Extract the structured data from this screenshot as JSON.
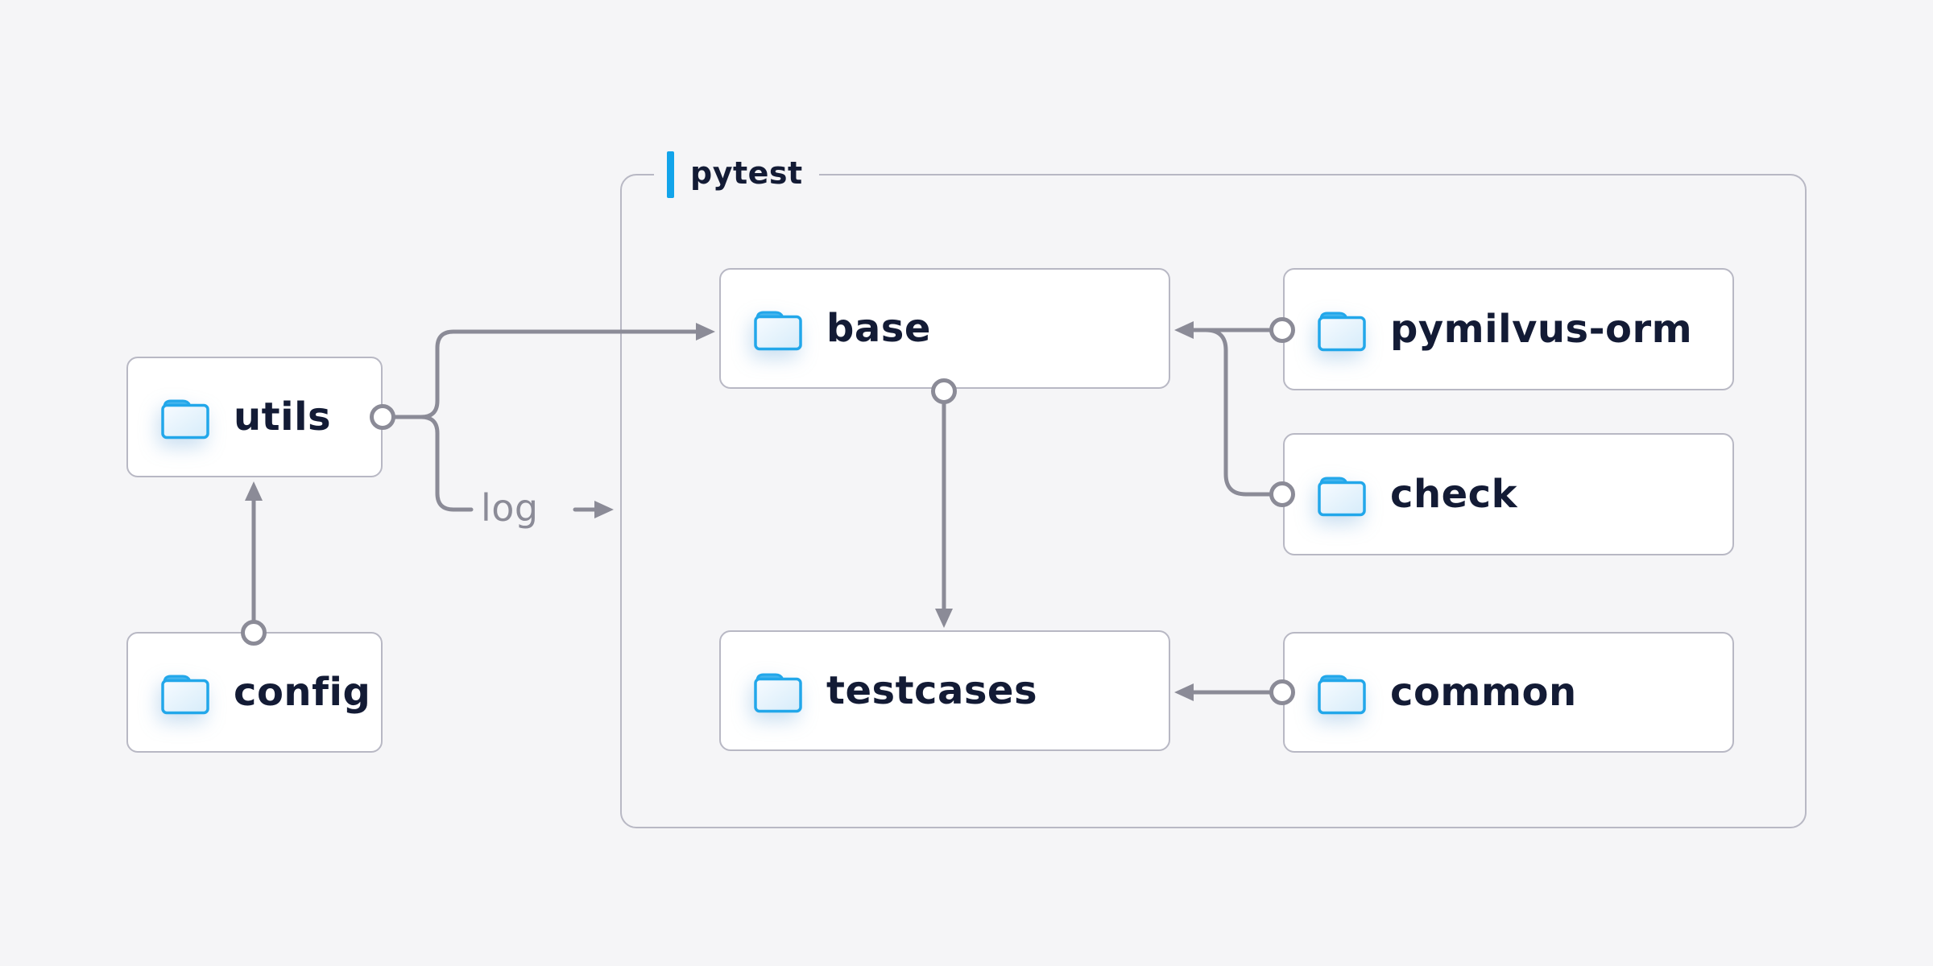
{
  "diagram": {
    "background_color": "#f5f5f7",
    "group": {
      "label": "pytest",
      "accent_color": "#12a4ea",
      "border_color": "#b8b8c4"
    },
    "nodes": {
      "utils": {
        "label": "utils",
        "icon": "folder-icon",
        "inside_group": false
      },
      "config": {
        "label": "config",
        "icon": "folder-icon",
        "inside_group": false
      },
      "base": {
        "label": "base",
        "icon": "folder-icon",
        "inside_group": true
      },
      "pymilvus_orm": {
        "label": "pymilvus-orm",
        "icon": "folder-icon",
        "inside_group": true
      },
      "check": {
        "label": "check",
        "icon": "folder-icon",
        "inside_group": true
      },
      "testcases": {
        "label": "testcases",
        "icon": "folder-icon",
        "inside_group": true
      },
      "common": {
        "label": "common",
        "icon": "folder-icon",
        "inside_group": true
      }
    },
    "edge_label": "log",
    "edges": [
      {
        "from": "config",
        "to": "utils",
        "style": "circle-to-arrow"
      },
      {
        "from": "utils",
        "to": "base",
        "style": "circle-to-arrow"
      },
      {
        "from": "utils",
        "to": "pytest-group",
        "style": "circle-to-arrow",
        "label": "log"
      },
      {
        "from": "pymilvus_orm",
        "to": "base",
        "style": "circle-to-arrow"
      },
      {
        "from": "check",
        "to": "base",
        "style": "circle-to-arrow"
      },
      {
        "from": "base",
        "to": "testcases",
        "style": "circle-to-arrow"
      },
      {
        "from": "common",
        "to": "testcases",
        "style": "circle-to-arrow"
      }
    ],
    "colors": {
      "node_background": "#ffffff",
      "node_border": "#b8b8c4",
      "connector": "#8b8b97",
      "node_text": "#131b35",
      "muted_text": "#8b8b97",
      "folder_stroke": "#22a7ea",
      "folder_tab": "#45b5ee",
      "accent_blue": "#12a4ea"
    }
  }
}
